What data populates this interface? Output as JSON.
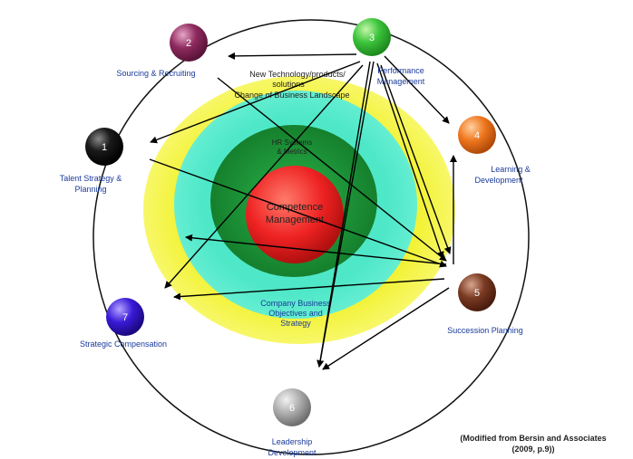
{
  "center": {
    "core_line1": "Competence",
    "core_line2": "Management",
    "hr_line1": "HR Systems",
    "hr_line2": "& Metrics",
    "business_line1": "Company Business",
    "business_line2": "Objectives and",
    "business_line3": "Strategy",
    "tech_line1": "New Technology/products/",
    "tech_line2": "solutions",
    "tech_line3": "Change of Business Landscape"
  },
  "nodes": [
    {
      "number": "1",
      "label_line1": "Talent Strategy &",
      "label_line2": "Planning",
      "color": "#1a1a1a"
    },
    {
      "number": "2",
      "label_line1": "Sourcing & Recruiting",
      "label_line2": "",
      "color": "#8e2a5e"
    },
    {
      "number": "3",
      "label_line1": "Performance",
      "label_line2": "Management",
      "color": "#3cc43c"
    },
    {
      "number": "4",
      "label_line1": "Learning &",
      "label_line2": "Development",
      "color": "#f07820"
    },
    {
      "number": "5",
      "label_line1": "Succession Planning",
      "label_line2": "",
      "color": "#7a3a22"
    },
    {
      "number": "6",
      "label_line1": "Leadership",
      "label_line2": "Development",
      "color": "#a8a8a8"
    },
    {
      "number": "7",
      "label_line1": "Strategic Compensation",
      "label_line2": "",
      "color": "#3a1ad8"
    }
  ],
  "citation": {
    "line1": "(Modified from Bersin and Associates",
    "line2": "(2009, p.9))"
  },
  "colors": {
    "yellow": "#f5f53a",
    "teal": "#4ee8c8",
    "green": "#1f9a3a",
    "red": "#ee2222"
  }
}
